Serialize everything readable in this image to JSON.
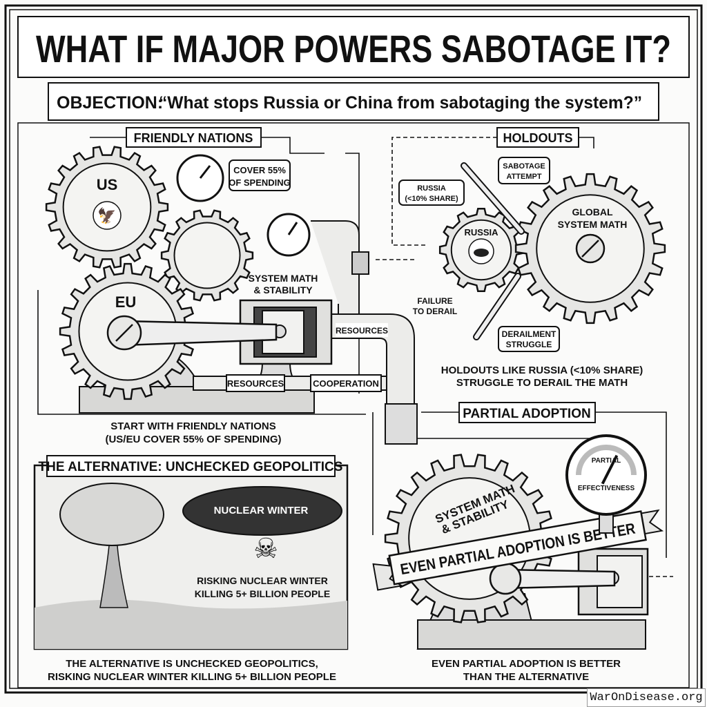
{
  "title": "WHAT IF MAJOR POWERS SABOTAGE IT?",
  "objection": {
    "label": "OBJECTION:",
    "quote": "“What stops Russia or China from sabotaging the system?”"
  },
  "friendly": {
    "header": "FRIENDLY NATIONS",
    "us_gear": "US",
    "eu_gear": "EU",
    "cover_label_1": "COVER 55%",
    "cover_label_2": "OF SPENDING",
    "system_label_1": "SYSTEM MATH",
    "system_label_2": "& STABILITY",
    "resources_pipe": "RESOURCES",
    "resources_box": "RESOURCES",
    "cooperation_box": "COOPERATION",
    "caption_1": "START WITH FRIENDLY NATIONS",
    "caption_2": "(US/EU COVER 55% OF SPENDING)"
  },
  "holdouts": {
    "header": "HOLDOUTS",
    "russia_label_1": "RUSSIA",
    "russia_label_2": "(<10% SHARE)",
    "sabotage_1": "SABOTAGE",
    "sabotage_2": "ATTEMPT",
    "russia_gear": "RUSSIA",
    "global_gear_1": "GLOBAL",
    "global_gear_2": "SYSTEM MATH",
    "failure_1": "FAILURE",
    "failure_2": "TO DERAIL",
    "derail_1": "DERAILMENT",
    "derail_2": "STRUGGLE",
    "caption_1": "HOLDOUTS LIKE RUSSIA (<10% SHARE)",
    "caption_2": "STRUGGLE TO DERAIL THE MATH"
  },
  "partial": {
    "header": "PARTIAL ADOPTION",
    "gauge_top": "PARTIAL",
    "gauge_bottom": "EFFECTIVENESS",
    "gauge_level": 0.65,
    "gear_1": "SYSTEM MATH",
    "gear_2": "& STABILITY",
    "banner": "EVEN PARTIAL ADOPTION IS BETTER",
    "caption_1": "EVEN PARTIAL ADOPTION IS BETTER",
    "caption_2": "THAN THE ALTERNATIVE"
  },
  "alternative": {
    "header": "THE ALTERNATIVE: UNCHECKED GEOPOLITICS",
    "cloud": "NUCLEAR WINTER",
    "risk_1": "RISKING NUCLEAR WINTER",
    "risk_2": "KILLING 5+ BILLION PEOPLE",
    "caption_1": "THE ALTERNATIVE IS UNCHECKED GEOPOLITICS,",
    "caption_2": "RISKING NUCLEAR WINTER KILLING 5+ BILLION PEOPLE"
  },
  "watermark": "WarOnDisease.org"
}
